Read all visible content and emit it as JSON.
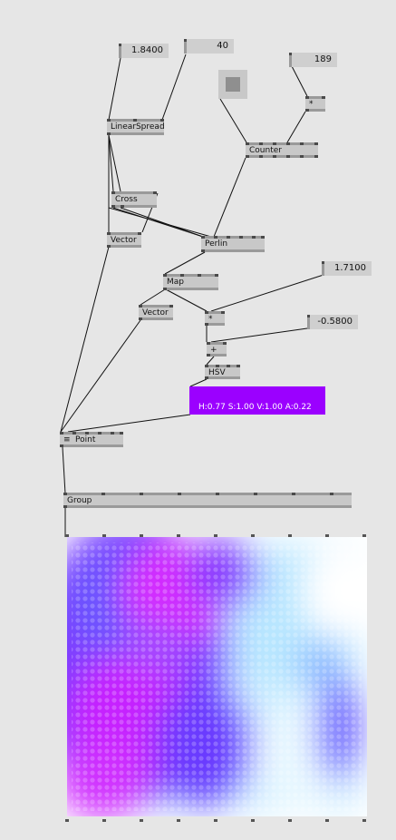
{
  "nodes": {
    "linearspread": "LinearSpread",
    "cross": "Cross",
    "vector1": "Vector",
    "perlin": "Perlin",
    "map": "Map",
    "vector2": "Vector",
    "multiply1": "*",
    "add": "+",
    "hsv": "HSV",
    "counter": "Counter",
    "multiply2": "*",
    "point": "Point",
    "group": "Group"
  },
  "iobox_values": {
    "width": "1.8400",
    "count": "40",
    "counter_value": "189",
    "scale": "1.7100",
    "offset": "-0.5800"
  },
  "hsv_readout": "H:0.77  S:1.00  V:1.00  A:0.22",
  "colors": {
    "background": "#e6e6e6",
    "node": "#c8c8c8",
    "hsv_color": "#9b00ff",
    "render_bg": "#ffffff"
  },
  "icons": [
    "toggle-icon",
    "menu-icon"
  ]
}
